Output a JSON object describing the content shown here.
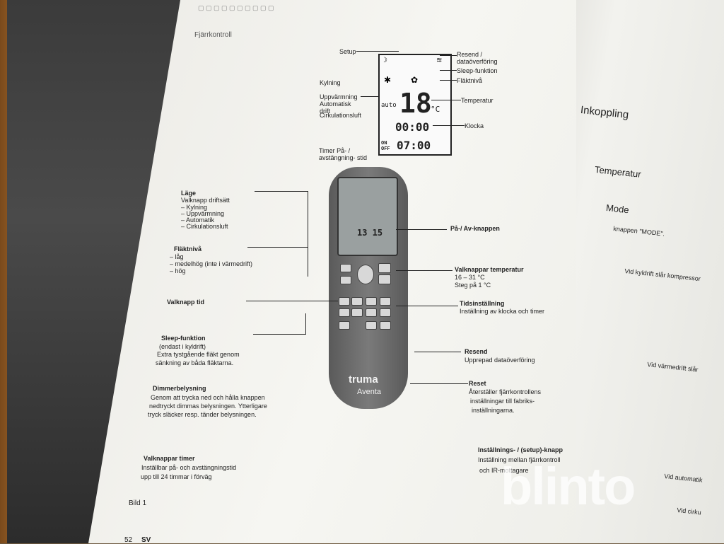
{
  "page": {
    "section_heading": "Fjärrkontroll",
    "figure_label": "Bild 1",
    "page_number": "52",
    "lang": "SV"
  },
  "display_labels": {
    "setup": "Setup",
    "resend": "Resend / dataöverföring",
    "sleep": "Sleep-funktion",
    "fan": "Fläktnivå",
    "cooling": "Kylning",
    "heating": "Uppvärmning",
    "auto": "Automatisk drift",
    "circulation": "Cirkulationsluft",
    "temperature": "Temperatur",
    "clock": "Klocka",
    "timer": "Timer På- / avstängning- stid"
  },
  "display_values": {
    "temp": "18",
    "unit": "°C",
    "auto_word": "auto",
    "clock": "00:00",
    "on": "ON",
    "off": "OFF",
    "timer": "07:00"
  },
  "remote": {
    "lcd_time": "13 15",
    "brand": "truma",
    "model": "Aventa"
  },
  "callouts": {
    "mode_title": "Läge",
    "mode_sub": "Valknapp driftsätt",
    "mode_items": [
      "– Kylning",
      "– Uppvärmning",
      "– Automatik",
      "– Cirkulationsluft"
    ],
    "fan_title": "Fläktnivå",
    "fan_items": [
      "– låg",
      "– medelhög (inte i värmedrift)",
      "– hög"
    ],
    "time_title": "Valknapp tid",
    "sleep_title": "Sleep-funktion",
    "sleep_text": [
      "(endast i kyldrift)",
      "Extra tystgående fläkt genom",
      "sänkning av båda fläktarna."
    ],
    "dimmer_title": "Dimmerbelysning",
    "dimmer_text": [
      "Genom att trycka ned och hålla knappen",
      "nedtryckt dimmas belysningen. Ytterligare",
      "tryck släcker resp. tänder belysningen."
    ],
    "timer_title": "Valknappar timer",
    "timer_text": [
      "Inställbar på- och avstängningstid",
      "upp till 24 timmar i förväg"
    ],
    "onoff_title": "På-/ Av-knappen",
    "temp_title": "Valknappar temperatur",
    "temp_text": [
      "16 – 31 °C",
      "Steg på 1 °C"
    ],
    "timeset_title": "Tidsinställning",
    "timeset_text": "Inställning av klocka och timer",
    "resend_title": "Resend",
    "resend_text": "Upprepad dataöverföring",
    "reset_title": "Reset",
    "reset_text": [
      "Återställer fjärrkontrollens",
      "inställningar till fabriks-",
      "inställningarna."
    ],
    "setup_title": "Inställnings- / (setup)-knapp",
    "setup_text": [
      "Inställning mellan fjärrkontroll",
      "och IR-mottagare"
    ]
  },
  "right_page": {
    "heading_1": "Inkoppling",
    "heading_2": "Temperatur",
    "heading_3": "Mode",
    "line_mode": "knappen \"MODE\".",
    "line_kyl": "Vid kyldrift slår kompressor",
    "line_varme": "Vid värmedrift slår",
    "line_auto": "Vid automatik",
    "line_cirk": "Vid cirku"
  },
  "watermark": "blinto"
}
